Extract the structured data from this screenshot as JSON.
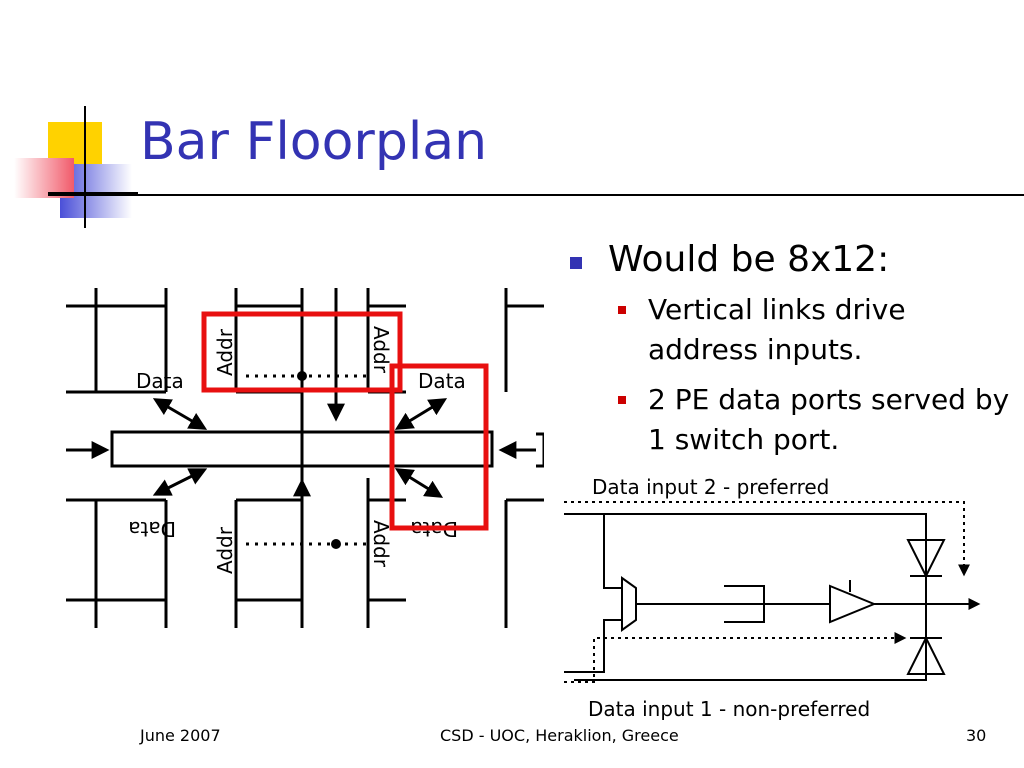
{
  "slide": {
    "title": "Bar Floorplan",
    "bullets": [
      {
        "text": "Would be 8x12:",
        "sub": [
          "Vertical links drive address inputs.",
          "2 PE data ports served by 1 switch port."
        ]
      }
    ]
  },
  "left_diagram": {
    "labels": {
      "data": "Data",
      "addr": "Addr"
    }
  },
  "right_diagram": {
    "labels": {
      "input2": "Data input 2 - preferred",
      "input1": "Data input 1 - non-preferred"
    }
  },
  "footer": {
    "date": "June 2007",
    "center": "CSD - UOC, Heraklion, Greece",
    "page": "30"
  },
  "colors": {
    "title": "#3333b3",
    "highlight": "#e81010",
    "bullet_l1": "#3333b3",
    "bullet_l2": "#cc0000"
  }
}
